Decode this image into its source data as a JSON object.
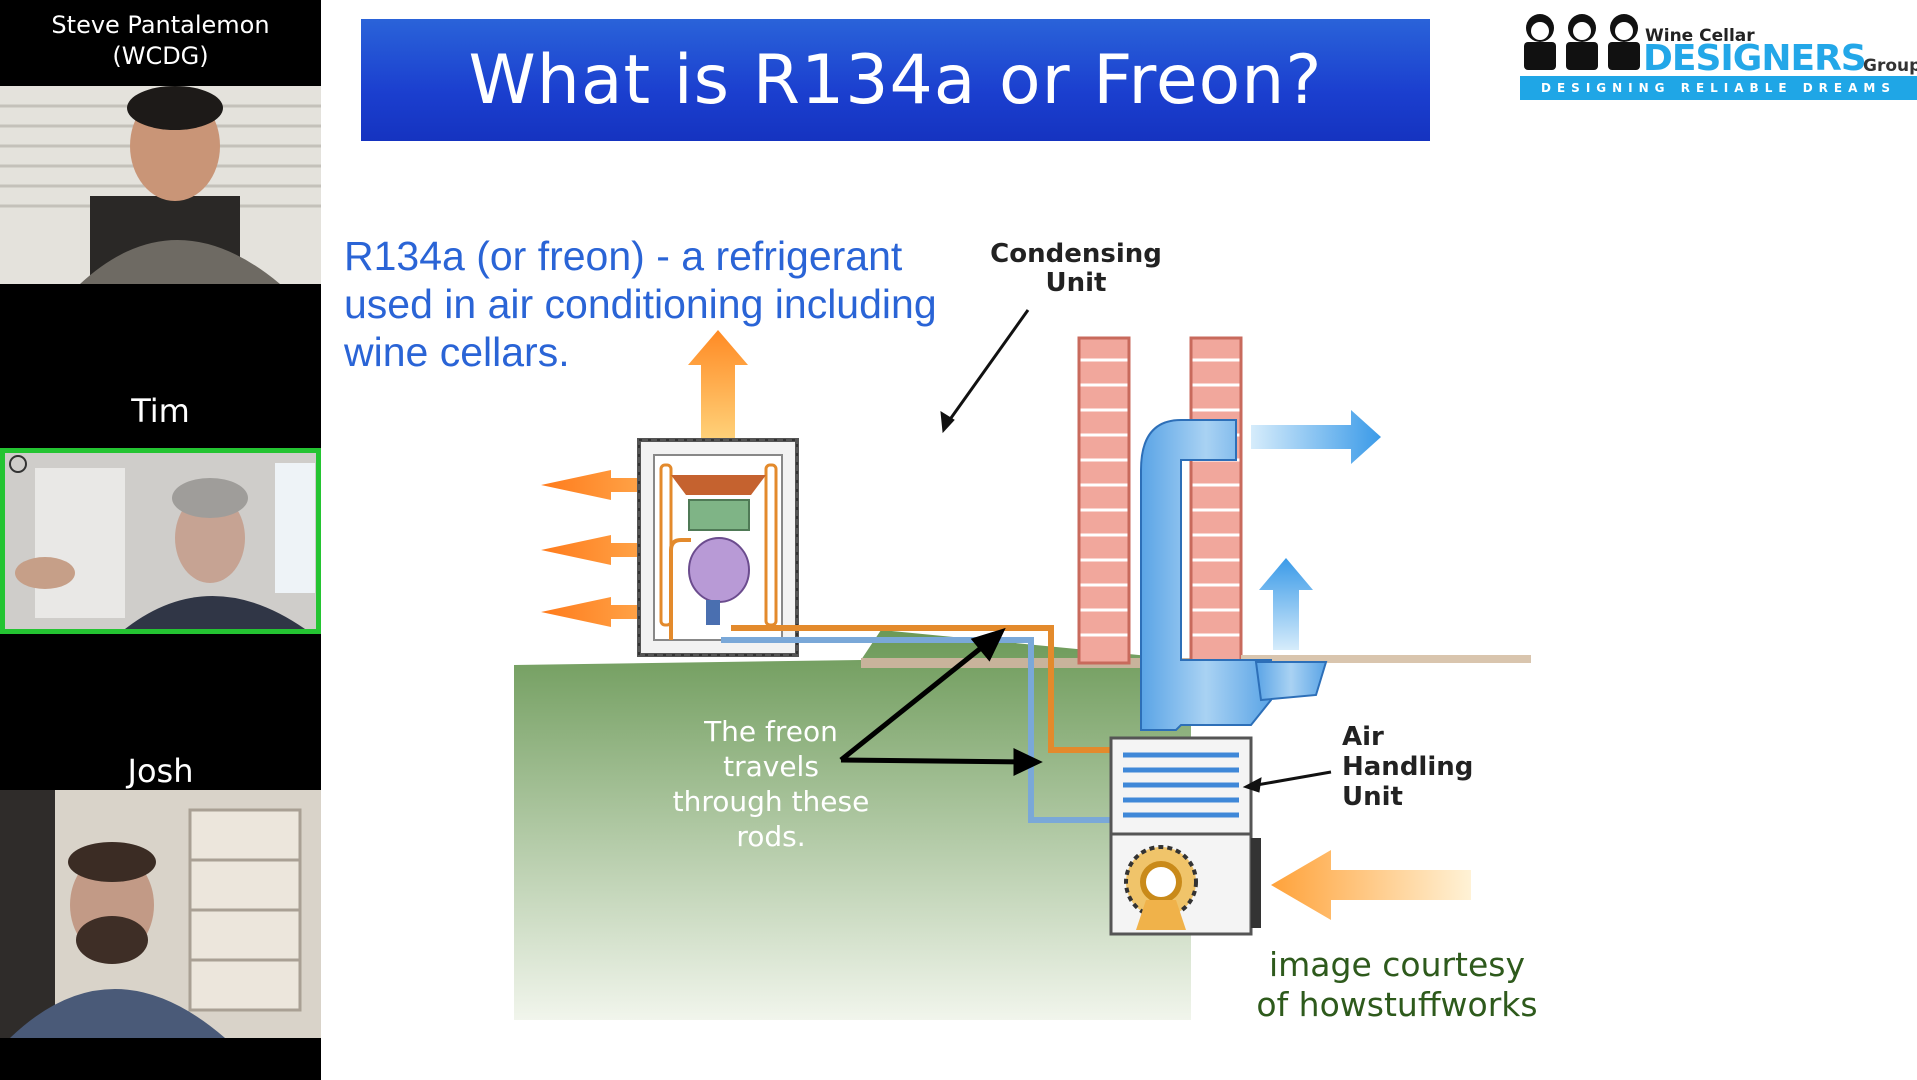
{
  "participants": [
    {
      "name": "Steve Pantalemon\n(WCDG)"
    },
    {
      "name": "Tim",
      "active_speaker": true
    },
    {
      "name": "Josh"
    }
  ],
  "slide": {
    "title": "What is R134a or Freon?",
    "intro_text": "R134a (or freon) - a refrigerant used in air conditioning including wine cellars.",
    "labels": {
      "condensing_unit": "Condensing\nUnit",
      "air_handling_unit": "Air\nHandling\nUnit",
      "freon_note": "The freon\ntravels\nthrough these\nrods.",
      "credit": "image courtesy\nof howstuffworks"
    }
  },
  "logo": {
    "small_text": "Wine Cellar",
    "big_text": "DESIGNERS",
    "group_text": "Group",
    "tagline": "DESIGNING RELIABLE DREAMS"
  },
  "colors": {
    "active_speaker_border": "#24c432",
    "title_bar": "#1b3fcf",
    "intro_text": "#2a64d6",
    "logo_accent": "#1fa6e6"
  }
}
